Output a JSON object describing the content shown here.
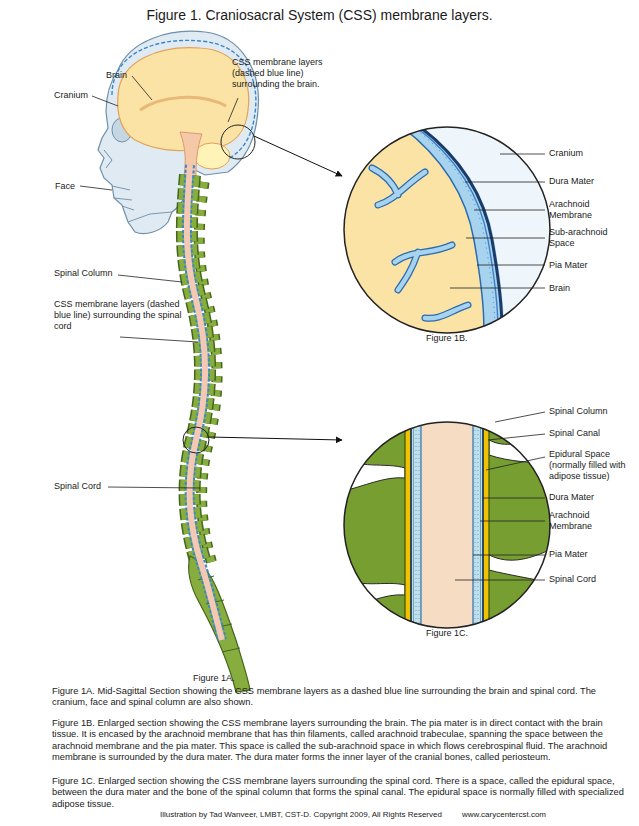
{
  "diagram": {
    "title": "Figure 1. Craniosacral System (CSS) membrane layers.",
    "labels": [
      "Brain",
      "Cranium",
      "CSS membrane layers (dashed blue line) surrounding the brain.",
      "Face",
      "Spinal Column",
      "CSS membrane layers (dashed blue line) surrounding the spinal cord",
      "Spinal Cord",
      "Figure 1A.",
      "Cranium",
      "Dura Mater",
      "Arachnoid Membrane",
      "Sub-arachnoid Space",
      "Pia Mater",
      "Brain",
      "Figure 1B.",
      "Spinal Column",
      "Spinal Canal",
      "Epidural Space (normally filled with adipose tissue)",
      "Dura Mater",
      "Arachnoid Membrane",
      "Pia Mater",
      "Spinal Cord",
      "Figure 1C.",
      "Figure 1A. Mid-Sagittal Section showing the CSS membrane layers as a dashed blue line surrounding the brain and spinal cord. The cranium, face and spinal column are also shown.",
      "Figure 1B. Enlarged section showing the CSS membrane layers surrounding the brain. The pia mater is in direct contact with the brain tissue. It is encased by the arachnoid membrane that has thin filaments, called arachnoid trabeculae, spanning the space between the arachnoid membrane and the pia mater. This space is called the sub-arachnoid space in which flows cerebrospinal fluid. The arachnoid membrane is surrounded by the dura mater. The dura mater forms the inner layer of the cranial bones, called periosteum.",
      "Figure 1C. Enlarged section showing the CSS membrane layers surrounding the spinal cord. There is a space, called the epidural space, between the dura mater and the bone of the spinal column that forms the spinal canal. The epidural space is normally filled with specialized adipose tissue.",
      "Illustration by Tad Wanveer, LMBT, CST-D. Copyright 2009, All Rights Reserved",
      "www.carycentercst.com"
    ]
  }
}
